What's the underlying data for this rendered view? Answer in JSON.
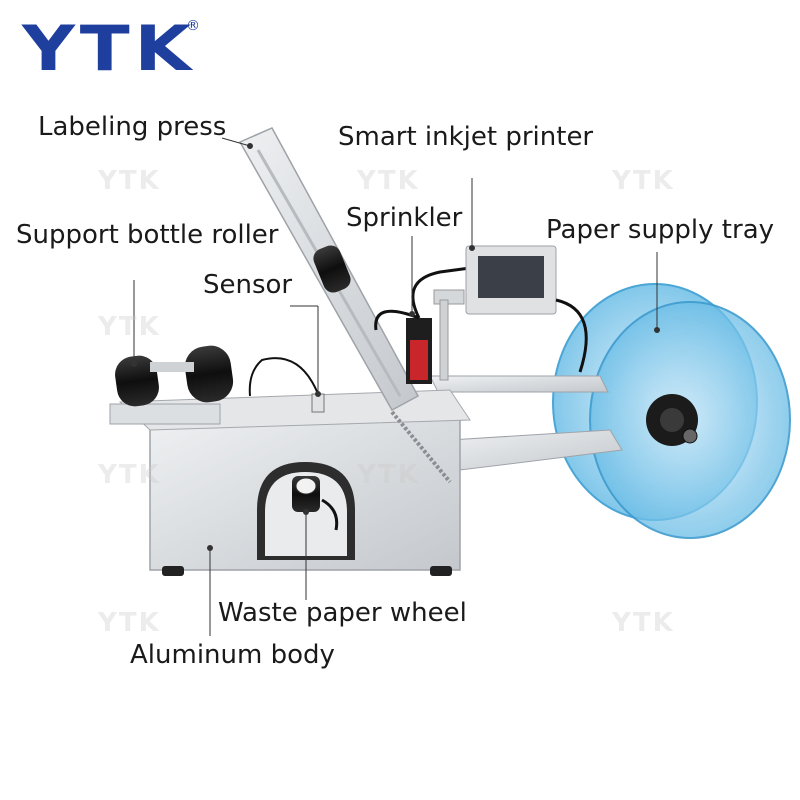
{
  "brand": {
    "logo_text": "YTK",
    "registered_mark": "®",
    "logo_color": "#1f3f9e",
    "watermark_text": "YTK"
  },
  "callouts": {
    "labeling_press": "Labeling press",
    "smart_inkjet_printer": "Smart inkjet printer",
    "support_bottle_roller": "Support bottle roller",
    "sprinkler": "Sprinkler",
    "paper_supply_tray": "Paper supply tray",
    "sensor": "Sensor",
    "waste_paper_wheel": "Waste paper wheel",
    "aluminum_body": "Aluminum body"
  },
  "colors": {
    "text": "#1a1a1a",
    "leader_line": "#333333",
    "aluminum": "#d8dadd",
    "aluminum_dark": "#a9adb2",
    "roller": "#1b1b1b",
    "tray_blue": "#7fc6ea",
    "sprinkler_red": "#c8262b",
    "screen": "#3b3f47"
  }
}
